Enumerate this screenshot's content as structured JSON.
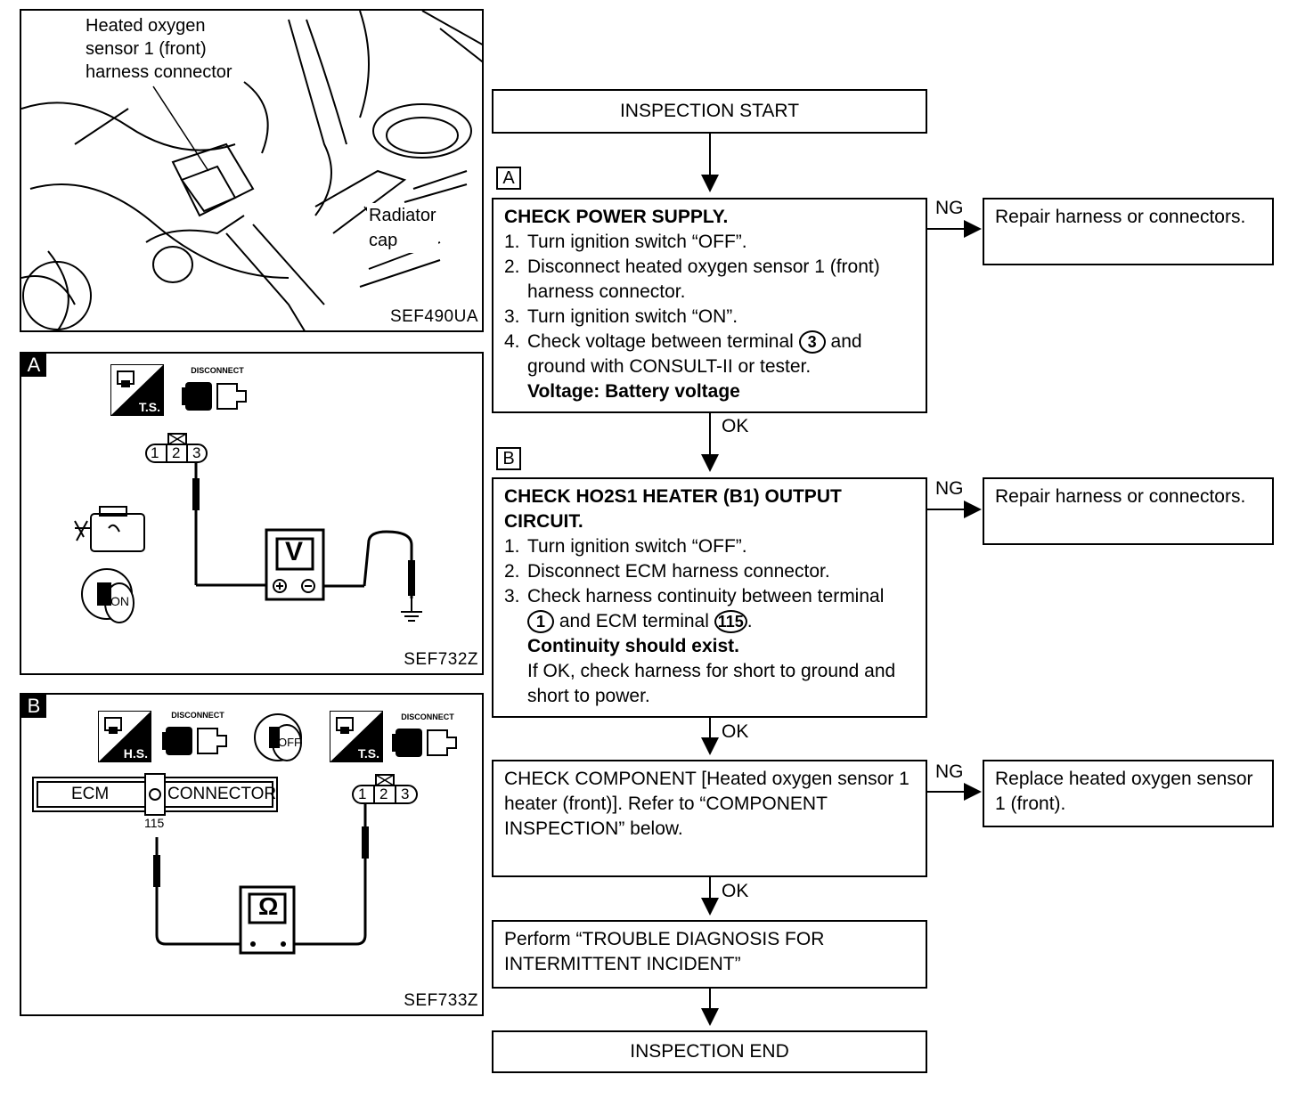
{
  "photo": {
    "label1": [
      "Heated oxygen",
      "sensor 1 (front)",
      "harness connector"
    ],
    "label2": [
      "Radiator",
      "cap"
    ],
    "code": "SEF490UA"
  },
  "diagramA": {
    "tag": "A",
    "disconnect": "DISCONNECT",
    "ts": "T.S.",
    "pins": [
      "1",
      "2",
      "3"
    ],
    "meter": "V",
    "key": "ON",
    "code": "SEF732Z"
  },
  "diagramB": {
    "tag": "B",
    "hs": "H.S.",
    "disconnect1": "DISCONNECT",
    "key": "OFF",
    "ts": "T.S.",
    "disconnect2": "DISCONNECT",
    "ecm": "ECM",
    "connector": "CONNECTOR",
    "terminal": "115",
    "pins": [
      "1",
      "2",
      "3"
    ],
    "meter": "Ω",
    "code": "SEF733Z"
  },
  "flow": {
    "start": "INSPECTION START",
    "stepA": {
      "tag": "A",
      "title": "CHECK POWER SUPPLY.",
      "steps": [
        "Turn ignition switch “OFF”.",
        "Disconnect heated oxygen sensor 1 (front) harness connector.",
        "Turn ignition switch “ON”."
      ],
      "step4_pre": "Check voltage between terminal",
      "step4_terminal": "3",
      "step4_post": "and ground with CONSULT-II or tester.",
      "spec": "Voltage: Battery voltage",
      "ng": "NG",
      "ng_action": "Repair harness or connectors.",
      "ok": "OK"
    },
    "stepB": {
      "tag": "B",
      "title": "CHECK HO2S1 HEATER (B1) OUTPUT CIRCUIT.",
      "steps": [
        "Turn ignition switch “OFF”.",
        "Disconnect ECM harness connector."
      ],
      "step3_pre": "Check harness continuity between terminal",
      "step3_terminal": "1",
      "step3_mid": "and ECM terminal",
      "step3_ecm_terminal": "115",
      "step3_post": ".",
      "spec": "Continuity should exist.",
      "note": "If OK, check harness for short to ground and short to power.",
      "ng": "NG",
      "ng_action": "Repair harness or connectors.",
      "ok": "OK"
    },
    "stepC": {
      "text": "CHECK COMPONENT [Heated oxygen sensor 1 heater (front)]. Refer to “COMPONENT INSPECTION” below.",
      "ng": "NG",
      "ng_action": "Replace heated oxygen sensor 1 (front).",
      "ok": "OK"
    },
    "perform": "Perform “TROUBLE DIAGNOSIS FOR INTERMITTENT INCIDENT”",
    "end": "INSPECTION END"
  }
}
